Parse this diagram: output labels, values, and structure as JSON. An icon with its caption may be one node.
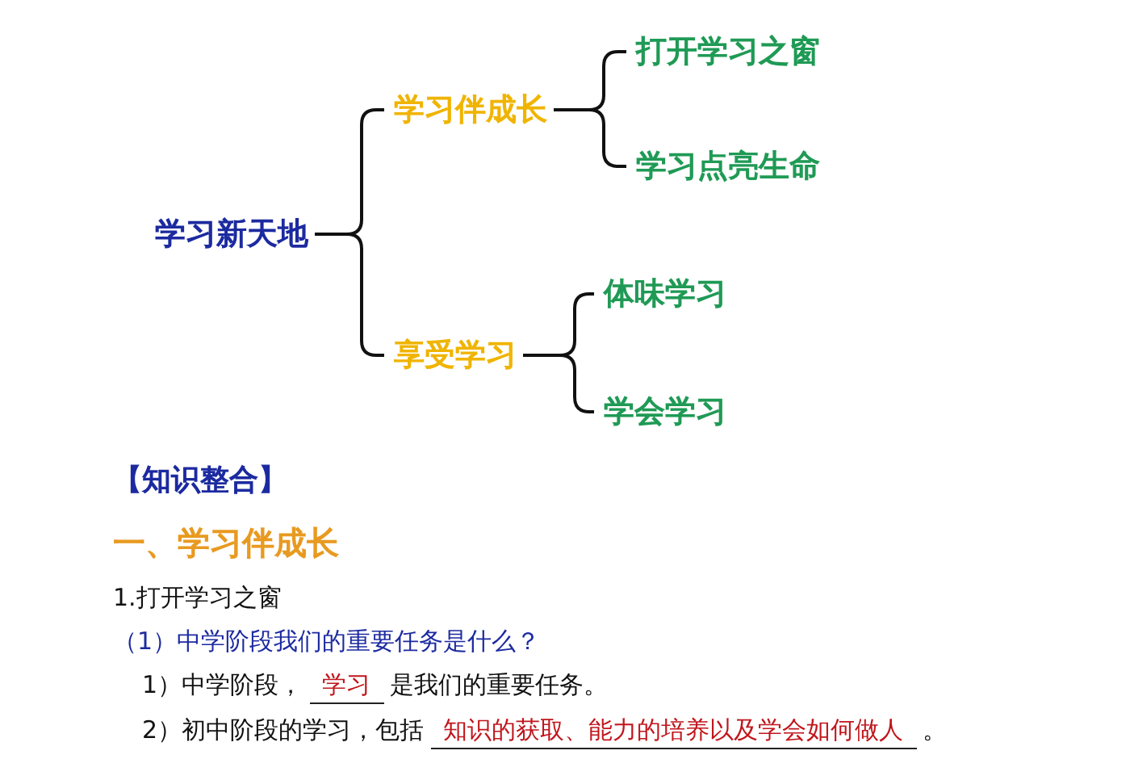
{
  "diagram": {
    "nodes": [
      {
        "text": [
          "学习新天地"
        ]
      },
      {
        "text": [
          "学习伴成长"
        ]
      },
      {
        "text": [
          "打开学习之窗"
        ]
      },
      {
        "text": [
          "学习点亮生命"
        ]
      },
      {
        "text": [
          "享受学习"
        ]
      },
      {
        "text": [
          "体味学习"
        ]
      },
      {
        "text": [
          "学会学习"
        ]
      }
    ],
    "edges": [
      {
        "from": 0,
        "to": 1,
        "arrow": "none"
      },
      {
        "from": 0,
        "to": 4,
        "arrow": "none"
      },
      {
        "from": 1,
        "to": 2,
        "arrow": "none"
      },
      {
        "from": 1,
        "to": 3,
        "arrow": "none"
      },
      {
        "from": 4,
        "to": 5,
        "arrow": "none"
      },
      {
        "from": 4,
        "to": 6,
        "arrow": "none"
      }
    ],
    "labels": [
      "【知识整合】",
      "一、学习伴成长",
      "1.打开学习之窗",
      "（1）中学阶段我们的重要任务是什么？",
      "1）中学阶段，",
      "学习",
      "是我们的重要任务。",
      "2）初中阶段的学习，包括",
      "知识的获取、能力的培养以及学会如何做人",
      "。"
    ]
  }
}
